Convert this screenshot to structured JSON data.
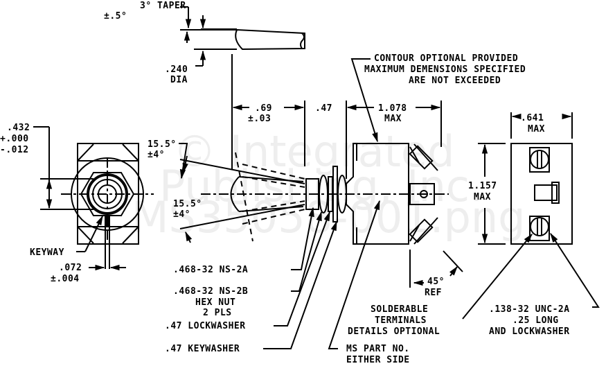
{
  "drawing": {
    "title": "MS35058 toggle switch outline drawing",
    "watermark": [
      "© Integrated",
      "Publishing, Inc.",
      "MS35058-001.png"
    ]
  },
  "dimensions": {
    "taper": [
      "3° TAPER",
      "±.5°"
    ],
    "handle_dia": [
      ".240",
      "DIA"
    ],
    "handle_length": [
      ".69",
      "±.03"
    ],
    "bushing_length": ".47",
    "body_length": [
      "1.078",
      "MAX"
    ],
    "body_width": [
      ".641",
      "MAX"
    ],
    "body_height": [
      "1.157",
      "MAX"
    ],
    "bushing_flat": [
      ".432",
      "+.000",
      "-.012"
    ],
    "keyway_width": [
      ".072",
      "±.004"
    ],
    "angle_up": [
      "15.5°",
      "±4°"
    ],
    "angle_down": [
      "15.5°",
      "±4°"
    ],
    "terminal_angle": [
      "45°",
      "REF"
    ]
  },
  "notes": {
    "contour": [
      "CONTOUR OPTIONAL PROVIDED",
      "MAXIMUM DEMENSIONS SPECIFIED",
      "ARE NOT EXCEEDED"
    ],
    "keyway": "KEYWAY",
    "thread_a": ".468-32 NS-2A",
    "thread_b": [
      ".468-32 NS-2B",
      "HEX NUT",
      "2 PLS"
    ],
    "lockwasher": ".47 LOCKWASHER",
    "keywasher": ".47 KEYWASHER",
    "ms_part": [
      "MS PART NO.",
      "EITHER SIDE"
    ],
    "terminals": [
      "SOLDERABLE",
      "TERMINALS",
      "DETAILS OPTIONAL"
    ],
    "screw": [
      ".138-32 UNC-2A",
      ".25 LONG",
      "AND LOCKWASHER"
    ]
  }
}
